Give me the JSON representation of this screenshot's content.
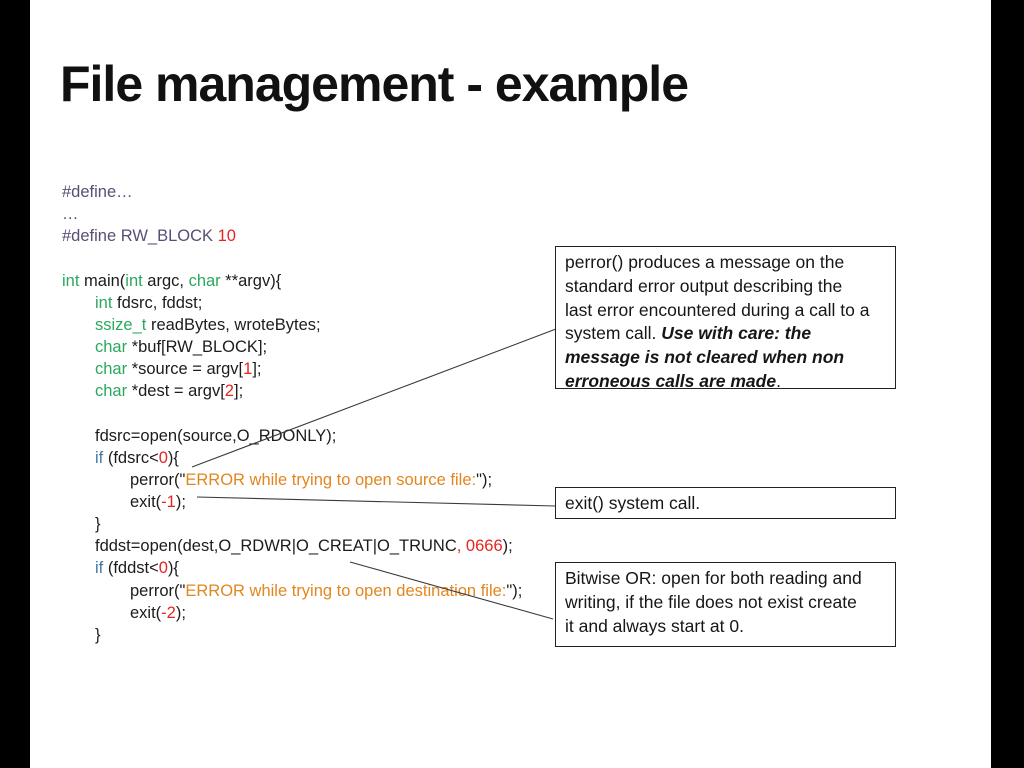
{
  "title": "File management - example",
  "colors": {
    "keyword_green": "#2BA85F",
    "preprocessor_purple": "#5A4E75",
    "flow_blue": "#4477A6",
    "string_orange": "#E2861F",
    "number_red": "#E52520",
    "code_text": "#1C1C1C",
    "title_text": "#111111",
    "connector_gray": "#3A3A3A"
  },
  "code": {
    "lines": [
      {
        "i": 0,
        "s": [
          [
            "pre",
            "#define…"
          ]
        ]
      },
      {
        "i": 0,
        "s": [
          [
            "pre",
            "…"
          ]
        ]
      },
      {
        "i": 0,
        "s": [
          [
            "pre",
            "#define RW_BLOCK "
          ],
          [
            "n",
            "10"
          ]
        ]
      },
      {
        "i": 0,
        "s": []
      },
      {
        "i": 0,
        "s": [
          [
            "k",
            "int"
          ],
          [
            "p",
            " main("
          ],
          [
            "k",
            "int"
          ],
          [
            "p",
            " argc, "
          ],
          [
            "k",
            "char"
          ],
          [
            "p",
            " **argv){"
          ]
        ]
      },
      {
        "i": 1,
        "s": [
          [
            "k",
            "int"
          ],
          [
            "p",
            " fdsrc, fddst;"
          ]
        ]
      },
      {
        "i": 1,
        "s": [
          [
            "k",
            "ssize_t"
          ],
          [
            "p",
            " readBytes, wroteBytes;"
          ]
        ]
      },
      {
        "i": 1,
        "s": [
          [
            "k",
            "char"
          ],
          [
            "p",
            " *buf[RW_BLOCK];"
          ]
        ]
      },
      {
        "i": 1,
        "s": [
          [
            "k",
            "char"
          ],
          [
            "p",
            " *source = argv["
          ],
          [
            "n",
            "1"
          ],
          [
            "p",
            "];"
          ]
        ]
      },
      {
        "i": 1,
        "s": [
          [
            "k",
            "char"
          ],
          [
            "p",
            " *dest = argv["
          ],
          [
            "n",
            "2"
          ],
          [
            "p",
            "];"
          ]
        ]
      },
      {
        "i": 0,
        "s": []
      },
      {
        "i": 1,
        "s": [
          [
            "p",
            "fdsrc=open(source,O_RDONLY);"
          ]
        ]
      },
      {
        "i": 1,
        "s": [
          [
            "if",
            "if"
          ],
          [
            "p",
            " (fdsrc<"
          ],
          [
            "n",
            "0"
          ],
          [
            "p",
            "){"
          ]
        ]
      },
      {
        "i": 2,
        "s": [
          [
            "p",
            "perror(\""
          ],
          [
            "s",
            "ERROR while trying to open source file:"
          ],
          [
            "p",
            "\");"
          ]
        ]
      },
      {
        "i": 2,
        "s": [
          [
            "p",
            "exit("
          ],
          [
            "n",
            "-1"
          ],
          [
            "p",
            ");"
          ]
        ]
      },
      {
        "i": 1,
        "s": [
          [
            "p",
            "}"
          ]
        ]
      },
      {
        "i": 1,
        "s": [
          [
            "p",
            "fddst=open(dest,O_RDWR|O_CREAT|O_TRUNC"
          ],
          [
            "n",
            ", 0666"
          ],
          [
            "p",
            ");"
          ]
        ]
      },
      {
        "i": 1,
        "s": [
          [
            "if",
            "if"
          ],
          [
            "p",
            " (fddst<"
          ],
          [
            "n",
            "0"
          ],
          [
            "p",
            "){"
          ]
        ]
      },
      {
        "i": 2,
        "s": [
          [
            "p",
            "perror(\""
          ],
          [
            "s",
            "ERROR while trying to open destination file:"
          ],
          [
            "p",
            "\");"
          ]
        ]
      },
      {
        "i": 2,
        "s": [
          [
            "p",
            "exit("
          ],
          [
            "n",
            "-2"
          ],
          [
            "p",
            ");"
          ]
        ]
      },
      {
        "i": 1,
        "s": [
          [
            "p",
            "}"
          ]
        ]
      }
    ]
  },
  "callouts": [
    {
      "name": "perror-note",
      "lines": [
        [
          [
            "n",
            "perror() produces a message on the"
          ]
        ],
        [
          [
            "n",
            "standard error output describing the"
          ]
        ],
        [
          [
            "n",
            "last error encountered during a call to a"
          ]
        ],
        [
          [
            "n",
            "system call. "
          ],
          [
            "bi",
            "Use with care: the"
          ]
        ],
        [
          [
            "bi",
            "message is not cleared when non"
          ]
        ],
        [
          [
            "bi",
            "erroneous calls are made"
          ],
          [
            "n",
            "."
          ]
        ]
      ]
    },
    {
      "name": "exit-note",
      "lines": [
        [
          [
            "n",
            "exit() system call."
          ]
        ]
      ]
    },
    {
      "name": "bitwise-note",
      "lines": [
        [
          [
            "n",
            "Bitwise OR: open for both reading and"
          ]
        ],
        [
          [
            "n",
            "writing, if the file does not exist create"
          ]
        ],
        [
          [
            "n",
            "it and always start at 0."
          ]
        ]
      ]
    }
  ]
}
